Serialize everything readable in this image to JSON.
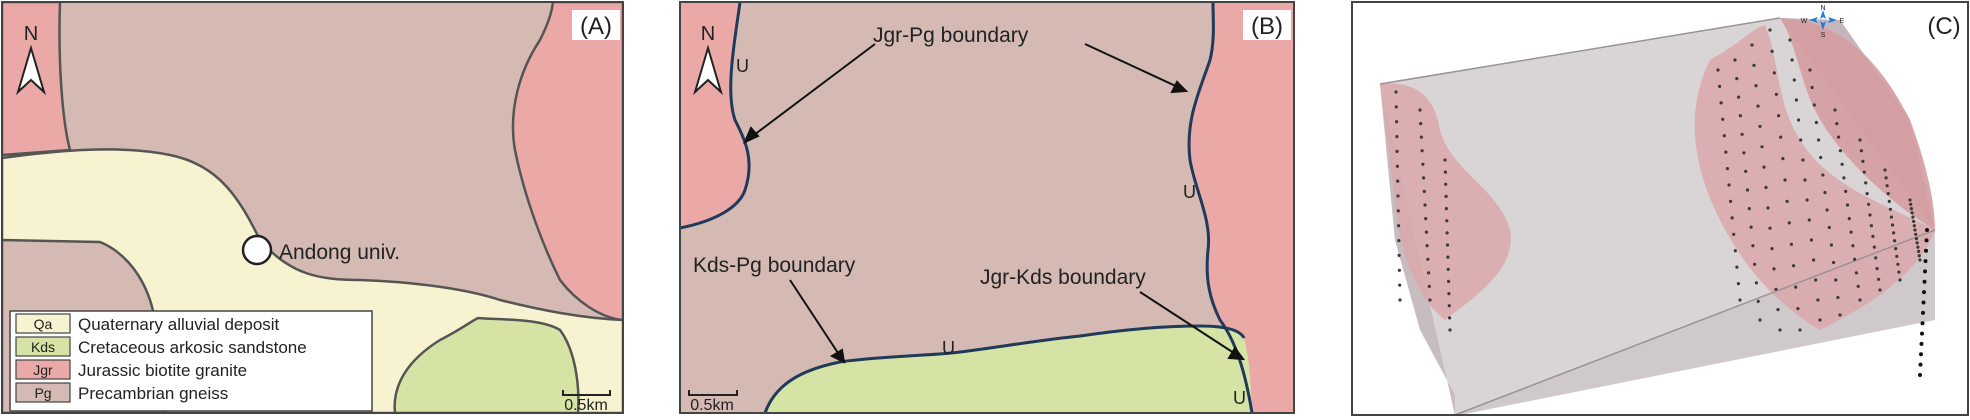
{
  "panels": {
    "a": {
      "tag": "(A)",
      "north": "N",
      "place": "Andong univ.",
      "scale": "0.5km",
      "legend": [
        {
          "code": "Qa",
          "name": "Quaternary alluvial deposit",
          "color": "#f7f3d1"
        },
        {
          "code": "Kds",
          "name": "Cretaceous arkosic sandstone",
          "color": "#d5e3a4"
        },
        {
          "code": "Jgr",
          "name": "Jurassic biotite granite",
          "color": "#eaa9a7"
        },
        {
          "code": "Pg",
          "name": "Precambrian gneiss",
          "color": "#d4bab2"
        }
      ]
    },
    "b": {
      "tag": "(B)",
      "north": "N",
      "scale": "0.5km",
      "boundaries": {
        "jgr_pg": "Jgr-Pg boundary",
        "kds_pg": "Kds-Pg boundary",
        "jgr_kds": "Jgr-Kds boundary"
      },
      "u_mark": "U"
    },
    "c": {
      "tag": "(C)",
      "compass": {
        "n": "N",
        "w": "W",
        "e": "E",
        "s": "S"
      }
    }
  },
  "colors": {
    "qa": "#f7f3d1",
    "kds": "#d5e3a4",
    "jgr": "#eaa9a7",
    "pg": "#d4bab2",
    "boundary": "#1f3a5a",
    "contact": "#555555"
  }
}
